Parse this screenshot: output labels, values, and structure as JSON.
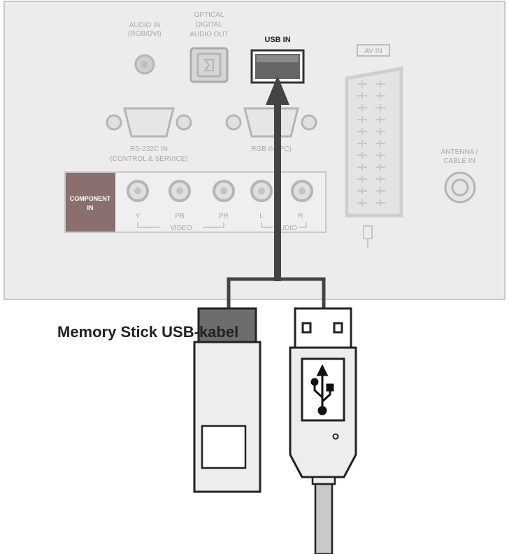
{
  "panel": {
    "audio_in_label": [
      "AUDIO IN",
      "(RGB/DVI)"
    ],
    "optical_label": [
      "OPTICAL",
      "DIGITAL",
      "AUDIO OUT"
    ],
    "usb_in_label": "USB IN",
    "av_in_label": "AV IN",
    "rs232_label": [
      "RS-232C IN",
      "(CONTROL & SERVICE)"
    ],
    "rgb_pc_label": "RGB IN (PC)",
    "antenna_label": [
      "ANTENNA /",
      "CABLE IN"
    ],
    "component_label": [
      "COMPONENT",
      "IN"
    ],
    "jack_labels": [
      "Y",
      "PB",
      "PR",
      "L",
      "R"
    ],
    "video_label": "VIDEO",
    "audio_label": "AUDIO"
  },
  "caption": "Memory Stick USB-kabel",
  "colors": {
    "panel": "#ececec",
    "panel_border": "#c8c8c8",
    "component_box": "#8a6f6f",
    "line": "#444444"
  }
}
